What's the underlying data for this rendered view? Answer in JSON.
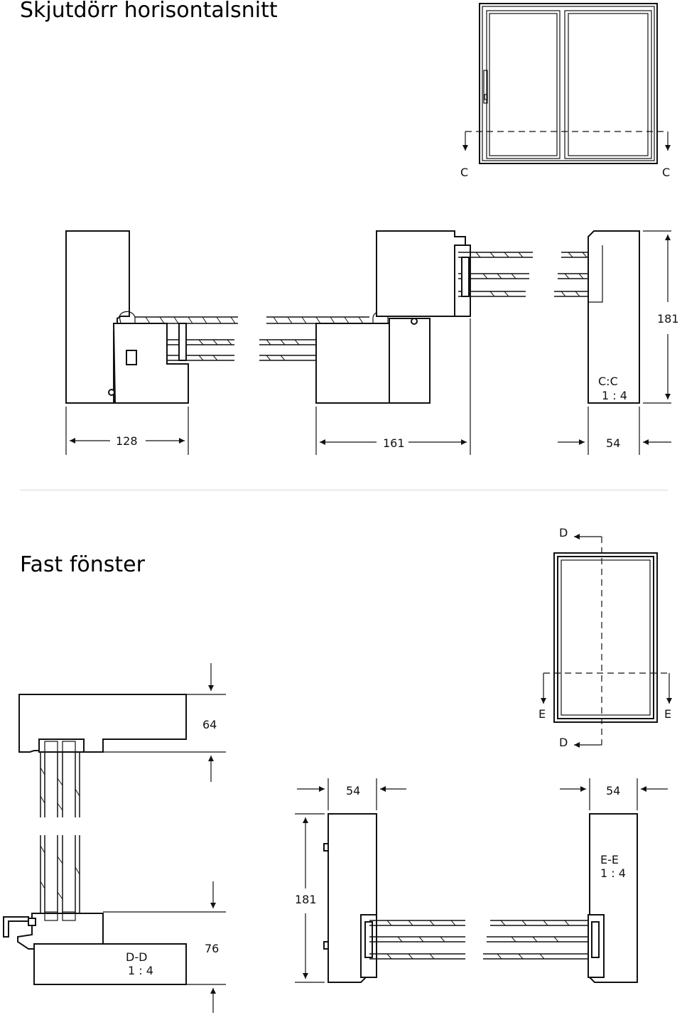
{
  "sections": {
    "door": {
      "title": "Skjutdörr horisontalsnitt",
      "section_mark_left": "C",
      "section_mark_right": "C",
      "section_label": "C:C",
      "scale": "1 : 4",
      "dimensions": [
        "128",
        "161",
        "54",
        "181"
      ]
    },
    "window": {
      "title": "Fast fönster",
      "mark_d_top": "D",
      "mark_d_bottom": "D",
      "mark_e_left": "E",
      "mark_e_right": "E",
      "dd_label": "D-D",
      "dd_scale": "1 : 4",
      "ee_label": "E-E",
      "ee_scale": "1 : 4",
      "dimensions": [
        "64",
        "76",
        "54",
        "54",
        "181"
      ]
    }
  },
  "colors": {
    "line": "#111111",
    "divider": "#d9d9d9",
    "background": "#ffffff"
  }
}
